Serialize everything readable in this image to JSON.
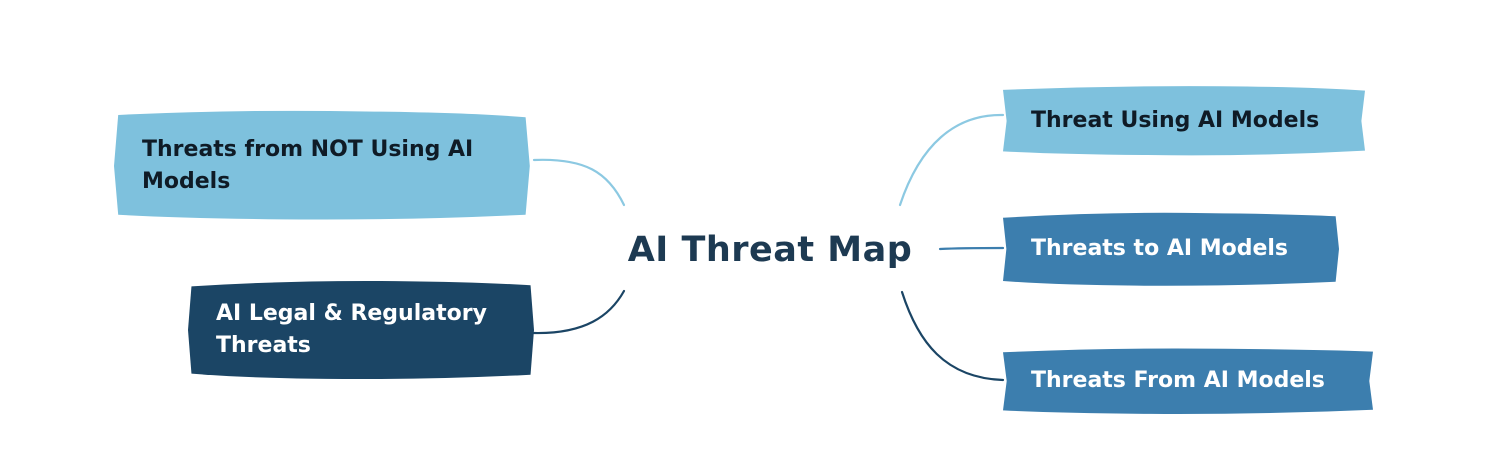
{
  "center": {
    "title": "AI Threat Map"
  },
  "nodes": [
    {
      "id": "node-not-using",
      "label": "Threats from NOT Using AI Models",
      "fill": "#7ec1dd",
      "text_color": "#0f1b26",
      "connector_color": "#8cc9e2"
    },
    {
      "id": "node-legal",
      "label": "AI Legal & Regulatory Threats",
      "fill": "#1b4565",
      "text_color": "#ffffff",
      "connector_color": "#1b4565"
    },
    {
      "id": "node-using",
      "label": "Threat Using AI Models",
      "fill": "#7ec1dd",
      "text_color": "#0f1b26",
      "connector_color": "#8cc9e2"
    },
    {
      "id": "node-to",
      "label": "Threats to AI Models",
      "fill": "#3c7eae",
      "text_color": "#ffffff",
      "connector_color": "#3c7eae"
    },
    {
      "id": "node-from",
      "label": "Threats From AI Models",
      "fill": "#3c7eae",
      "text_color": "#ffffff",
      "connector_color": "#1b4565"
    }
  ]
}
